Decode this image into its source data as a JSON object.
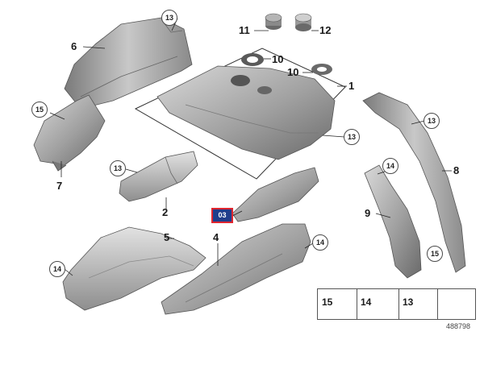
{
  "labels": {
    "p1": "1",
    "p2": "2",
    "p3": "03",
    "p4": "4",
    "p5": "5",
    "p6": "6",
    "p7": "7",
    "p8": "8",
    "p9": "9",
    "p10a": "10",
    "p10b": "10",
    "p11": "11",
    "p12": "12"
  },
  "callouts": {
    "c13_top": "13",
    "c15_left": "15",
    "c13_mid": "13",
    "c13_center": "13",
    "c13_right": "13",
    "c14_right": "14",
    "c14_left": "14",
    "c14_bottom": "14",
    "c15_bottom": "15"
  },
  "legend": {
    "n15": "15",
    "n14": "14",
    "n13": "13"
  },
  "doc_number": "488798",
  "colors": {
    "highlight_fill": "#1f3e8c",
    "highlight_border": "#e0262f",
    "part_light": "#cfcfcf",
    "part_mid": "#9a9a9a",
    "part_dark": "#5e5e5e"
  }
}
